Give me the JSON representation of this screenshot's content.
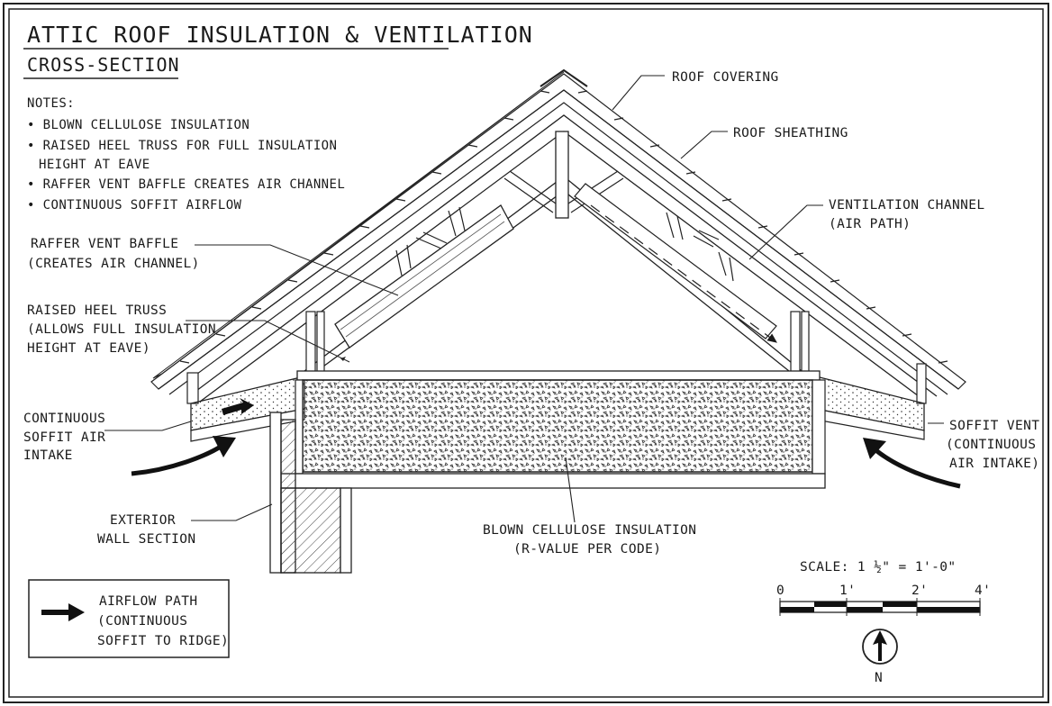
{
  "title": "ATTIC ROOF INSULATION & VENTILATION",
  "subtitle": "CROSS-SECTION",
  "notes": {
    "heading": "NOTES:",
    "items": [
      [
        "• BLOWN CELLULOSE INSULATION"
      ],
      [
        "• RAISED HEEL TRUSS FOR FULL INSULATION",
        "HEIGHT AT EAVE"
      ],
      [
        "• RAFFER VENT BAFFLE CREATES AIR CHANNEL"
      ],
      [
        "• CONTINUOUS SOFFIT AIRFLOW"
      ]
    ]
  },
  "callouts": {
    "roof_covering": [
      "ROOF COVERING"
    ],
    "roof_sheathing": [
      "ROOF SHEATHING"
    ],
    "ventilation_channel": [
      "VENTILATION CHANNEL",
      "(AIR PATH)"
    ],
    "baffle": [
      "RAFFER VENT BAFFLE",
      "(CREATES AIR CHANNEL)"
    ],
    "heel_truss": [
      "RAISED HEEL TRUSS",
      "(ALLOWS FULL INSULATION",
      "HEIGHT AT EAVE)"
    ],
    "soffit_intake": [
      "CONTINUOUS",
      "SOFFIT AIR",
      "INTAKE"
    ],
    "soffit_vent": [
      "SOFFIT VENT",
      "(CONTINUOUS",
      "AIR INTAKE)"
    ],
    "exterior_wall": [
      "EXTERIOR",
      "WALL SECTION"
    ],
    "insulation": [
      "BLOWN CELLULOSE INSULATION",
      "(R-VALUE PER CODE)"
    ]
  },
  "legend": {
    "lines": [
      "AIRFLOW PATH",
      "(CONTINUOUS",
      "SOFFIT TO RIDGE)"
    ],
    "icon": "arrow-right-icon"
  },
  "scale": {
    "label": "SCALE: 1 ½\" = 1'-0\"",
    "ticks": [
      "0",
      "1'",
      "2'",
      "4'"
    ]
  },
  "north": {
    "label": "N",
    "icon": "north-arrow-icon"
  }
}
